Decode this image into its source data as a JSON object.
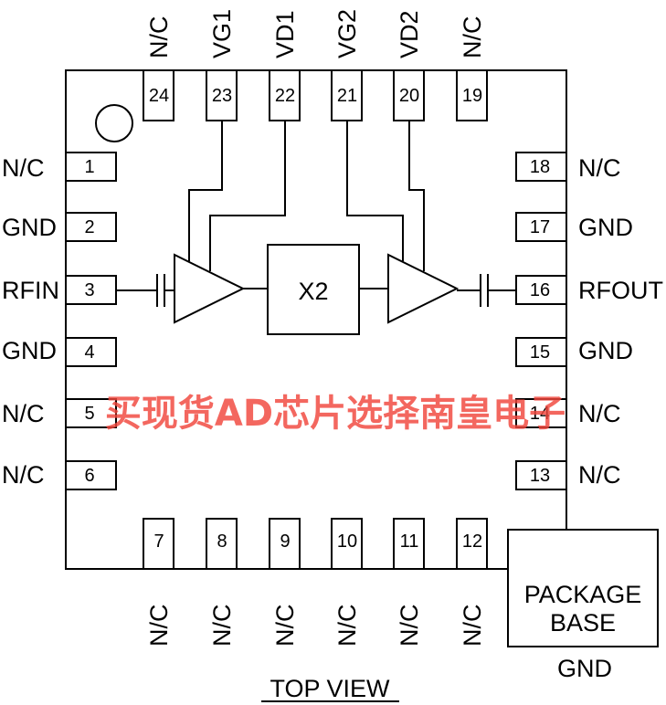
{
  "diagram": {
    "view_caption": "TOP VIEW",
    "core_label": "X2",
    "package_base_line1": "PACKAGE",
    "package_base_line2": "BASE",
    "package_base_pin": "GND",
    "watermark": "买现货AD芯片选择南皇电子",
    "pins": {
      "p1": {
        "number": "1",
        "name": "N/C"
      },
      "p2": {
        "number": "2",
        "name": "GND"
      },
      "p3": {
        "number": "3",
        "name": "RFIN"
      },
      "p4": {
        "number": "4",
        "name": "GND"
      },
      "p5": {
        "number": "5",
        "name": "N/C"
      },
      "p6": {
        "number": "6",
        "name": "N/C"
      },
      "p7": {
        "number": "7",
        "name": "N/C"
      },
      "p8": {
        "number": "8",
        "name": "N/C"
      },
      "p9": {
        "number": "9",
        "name": "N/C"
      },
      "p10": {
        "number": "10",
        "name": "N/C"
      },
      "p11": {
        "number": "11",
        "name": "N/C"
      },
      "p12": {
        "number": "12",
        "name": "N/C"
      },
      "p13": {
        "number": "13",
        "name": "N/C"
      },
      "p14": {
        "number": "14",
        "name": "N/C"
      },
      "p15": {
        "number": "15",
        "name": "GND"
      },
      "p16": {
        "number": "16",
        "name": "RFOUT"
      },
      "p17": {
        "number": "17",
        "name": "GND"
      },
      "p18": {
        "number": "18",
        "name": "N/C"
      },
      "p19": {
        "number": "19",
        "name": "N/C"
      },
      "p20": {
        "number": "20",
        "name": "VD2"
      },
      "p21": {
        "number": "21",
        "name": "VG2"
      },
      "p22": {
        "number": "22",
        "name": "VD1"
      },
      "p23": {
        "number": "23",
        "name": "VG1"
      },
      "p24": {
        "number": "24",
        "name": "N/C"
      }
    }
  }
}
